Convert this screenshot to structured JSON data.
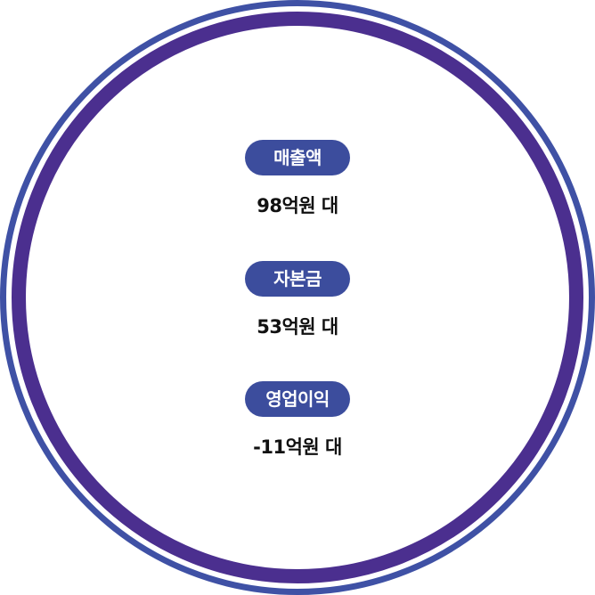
{
  "colors": {
    "outer_ring": "#3f51a5",
    "inner_ring": "#4b2f8f",
    "pill_background": "#3c4d9d",
    "pill_text": "#ffffff",
    "value_text": "#111111"
  },
  "stats": [
    {
      "label": "매출액",
      "value": "98억원 대"
    },
    {
      "label": "자본금",
      "value": "53억원 대"
    },
    {
      "label": "영업이익",
      "value": "-11억원 대"
    }
  ]
}
